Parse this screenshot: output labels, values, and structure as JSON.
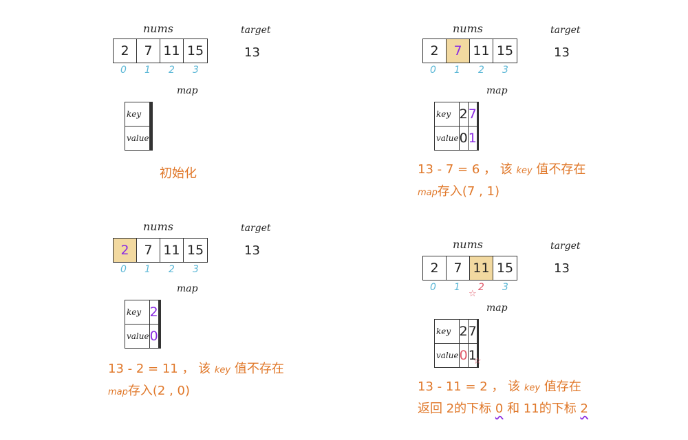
{
  "labels": {
    "nums": "nums",
    "target": "target",
    "map": "map",
    "key": "key",
    "value": "value"
  },
  "colors": {
    "highlight": "#f2d9a0",
    "index": "#5bb7d6",
    "note": "#e0782a",
    "accent": "#8a2be2",
    "mark": "#e05a6a"
  },
  "panels": {
    "tl": {
      "nums": [
        "2",
        "7",
        "11",
        "15"
      ],
      "indices": [
        "0",
        "1",
        "2",
        "3"
      ],
      "target": "13",
      "keys": [
        "",
        "",
        "",
        "",
        ""
      ],
      "values": [
        "",
        "",
        "",
        "",
        ""
      ],
      "note1": "初始化"
    },
    "tr": {
      "nums": [
        "2",
        "7",
        "11",
        "15"
      ],
      "indices": [
        "0",
        "1",
        "2",
        "3"
      ],
      "target": "13",
      "keys": [
        "2",
        "7",
        "",
        "",
        ""
      ],
      "values": [
        "0",
        "1",
        "",
        "",
        ""
      ],
      "note_a": "13 - 7 = 6 ， 该 ",
      "note_b": "key",
      "note_c": " 值不存在",
      "note2_a": "map",
      "note2_b": "存入(7 , 1)"
    },
    "bl": {
      "nums": [
        "2",
        "7",
        "11",
        "15"
      ],
      "indices": [
        "0",
        "1",
        "2",
        "3"
      ],
      "target": "13",
      "keys": [
        "2",
        "",
        "",
        "",
        ""
      ],
      "values": [
        "0",
        "",
        "",
        "",
        ""
      ],
      "note_a": "13 - 2 = 11 ， 该 ",
      "note_b": "key",
      "note_c": " 值不存在",
      "note2_a": "map",
      "note2_b": "存入(2 , 0)"
    },
    "br": {
      "nums": [
        "2",
        "7",
        "11",
        "15"
      ],
      "indices": [
        "0",
        "1",
        "2",
        "3"
      ],
      "target": "13",
      "keys": [
        "2",
        "7",
        "",
        "",
        ""
      ],
      "values": [
        "0",
        "1",
        "",
        "",
        ""
      ],
      "note_a": "13 - 11 = 2 ， 该 ",
      "note_b": "key",
      "note_c": " 值存在",
      "note2_a": "返回 2的下标 ",
      "note2_b": "0",
      "note2_c": " 和 11的下标 ",
      "note2_d": "2",
      "star": "☆"
    }
  }
}
